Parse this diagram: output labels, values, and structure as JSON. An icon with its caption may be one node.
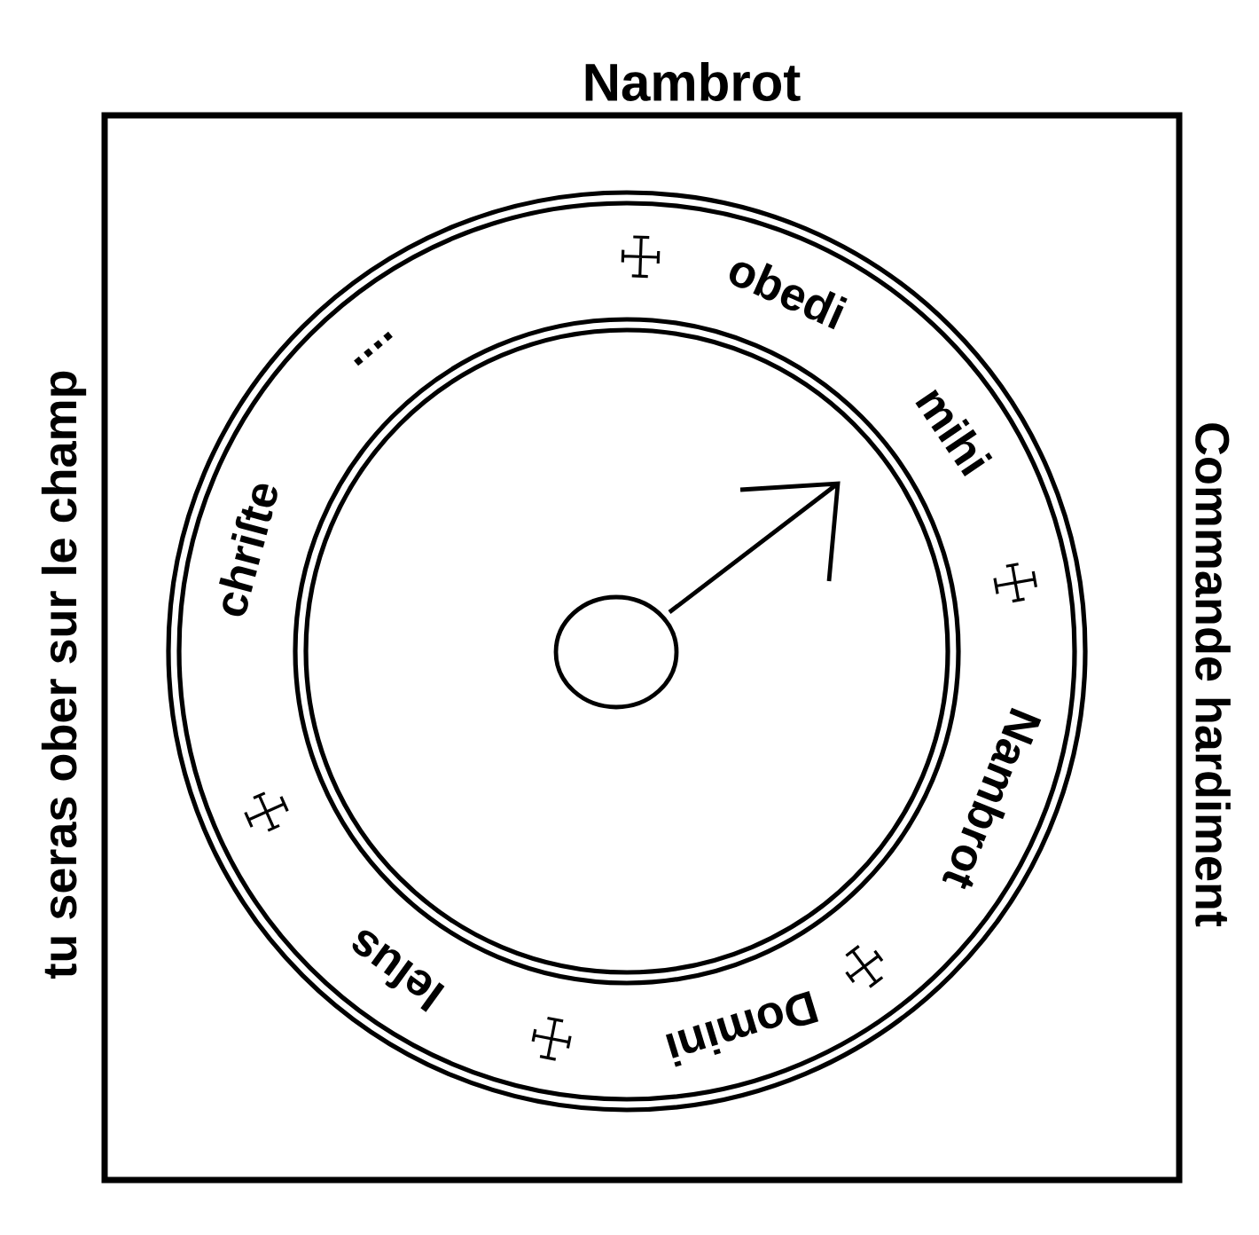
{
  "diagram": {
    "title": "Nambrot",
    "labels": [
      "tu seras ober sur le champ",
      "Commande hardiment",
      "obedi",
      "mihi",
      "Nambrot",
      "Domini",
      "Ieſus",
      "chriſte",
      "...."
    ]
  }
}
